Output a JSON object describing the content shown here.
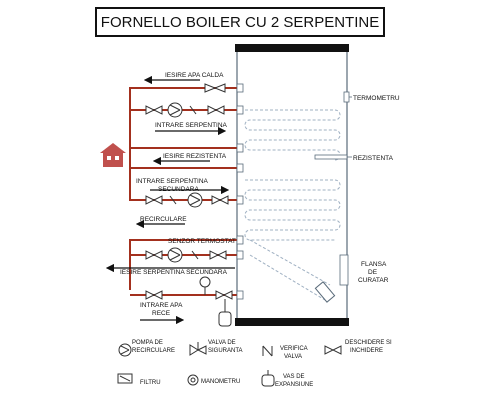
{
  "title": "FORNELLO BOILER CU 2 SERPENTINE",
  "labels": {
    "iesire_apa_calda": "IESIRE APA CALDA",
    "intrare_serpentina": "INTRARE SERPENTINA",
    "iesire_rezistenta": "IESIRE REZISTENTA",
    "intrare_serpentina_secundara_1": "INTRARE SERPENTINA",
    "intrare_serpentina_secundara_2": "SECUNDARA",
    "recirculare": "RECIRCULARE",
    "senzor_termostat": "SENZOR TERMOSTAT",
    "iesire_serpentina_secundara": "IESIRE SERPENTINA SECUNDARA",
    "intrare_apa_1": "INTRARE APA",
    "intrare_apa_2": "RECE",
    "termometru": "TERMOMETRU",
    "rezistenta": "REZISTENTA",
    "flansa_1": "FLANSA",
    "flansa_2": "DE",
    "flansa_3": "CURATAR"
  },
  "legend": {
    "pompa_1": "POMPA DE",
    "pompa_2": "RECIRCULARE",
    "valva_1": "VALVA DE",
    "valva_2": "SIGURANTA",
    "verifica_1": "VERIFICA",
    "verifica_2": "VALVA",
    "deschidere_1": "DESCHIDERE SI",
    "deschidere_2": "INCHIDERE",
    "filtru": "FILTRU",
    "manometru": "MANOMETRU",
    "vas_1": "VAS DE",
    "vas_2": "EXPANSIUNE"
  },
  "colors": {
    "pipe": "#a3301e",
    "tank_outline": "#5a6b7a",
    "coil": "#9fb0c2",
    "ink": "#111111",
    "house": "#c0504d"
  },
  "icons": [
    "house-icon",
    "pump-icon",
    "safety-valve-icon",
    "check-valve-icon",
    "gate-valve-icon",
    "filter-icon",
    "manometer-icon",
    "expansion-vessel-icon",
    "arrow-icon"
  ]
}
